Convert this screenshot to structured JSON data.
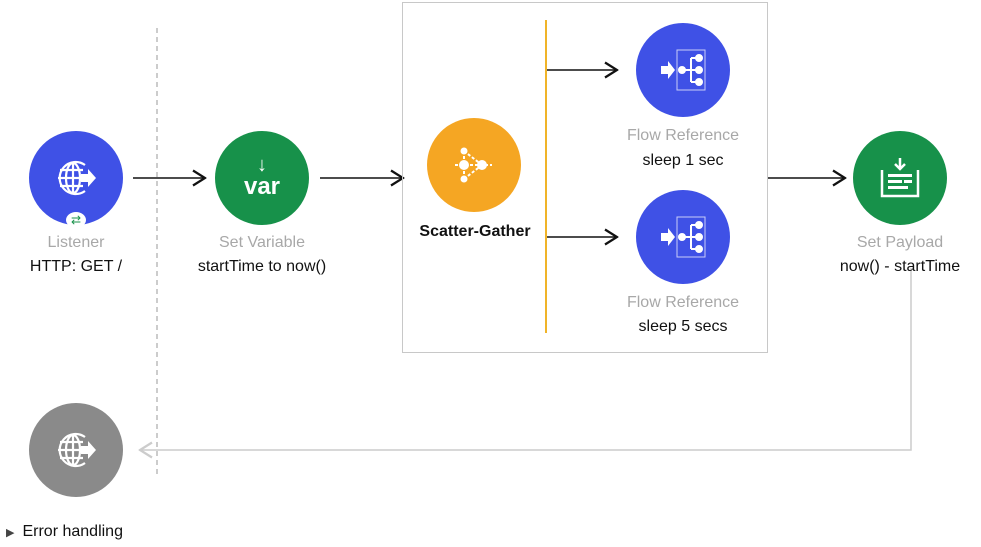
{
  "nodes": {
    "listener": {
      "type": "Listener",
      "name": "HTTP: GET /",
      "color": "#3f51e6"
    },
    "set_variable": {
      "type": "Set Variable",
      "name": "startTime to now()",
      "icon_text": "var",
      "color": "#17914a"
    },
    "scatter_gather": {
      "name": "Scatter-Gather",
      "color": "#f5a623"
    },
    "flow_ref_1": {
      "type": "Flow Reference",
      "name": "sleep 1 sec",
      "color": "#3f51e6"
    },
    "flow_ref_2": {
      "type": "Flow Reference",
      "name": "sleep 5 secs",
      "color": "#3f51e6"
    },
    "set_payload": {
      "type": "Set Payload",
      "name": "now() - startTime",
      "color": "#17914a"
    },
    "response": {
      "color": "#8a8a8a"
    }
  },
  "error_handling": {
    "label": "Error handling"
  }
}
